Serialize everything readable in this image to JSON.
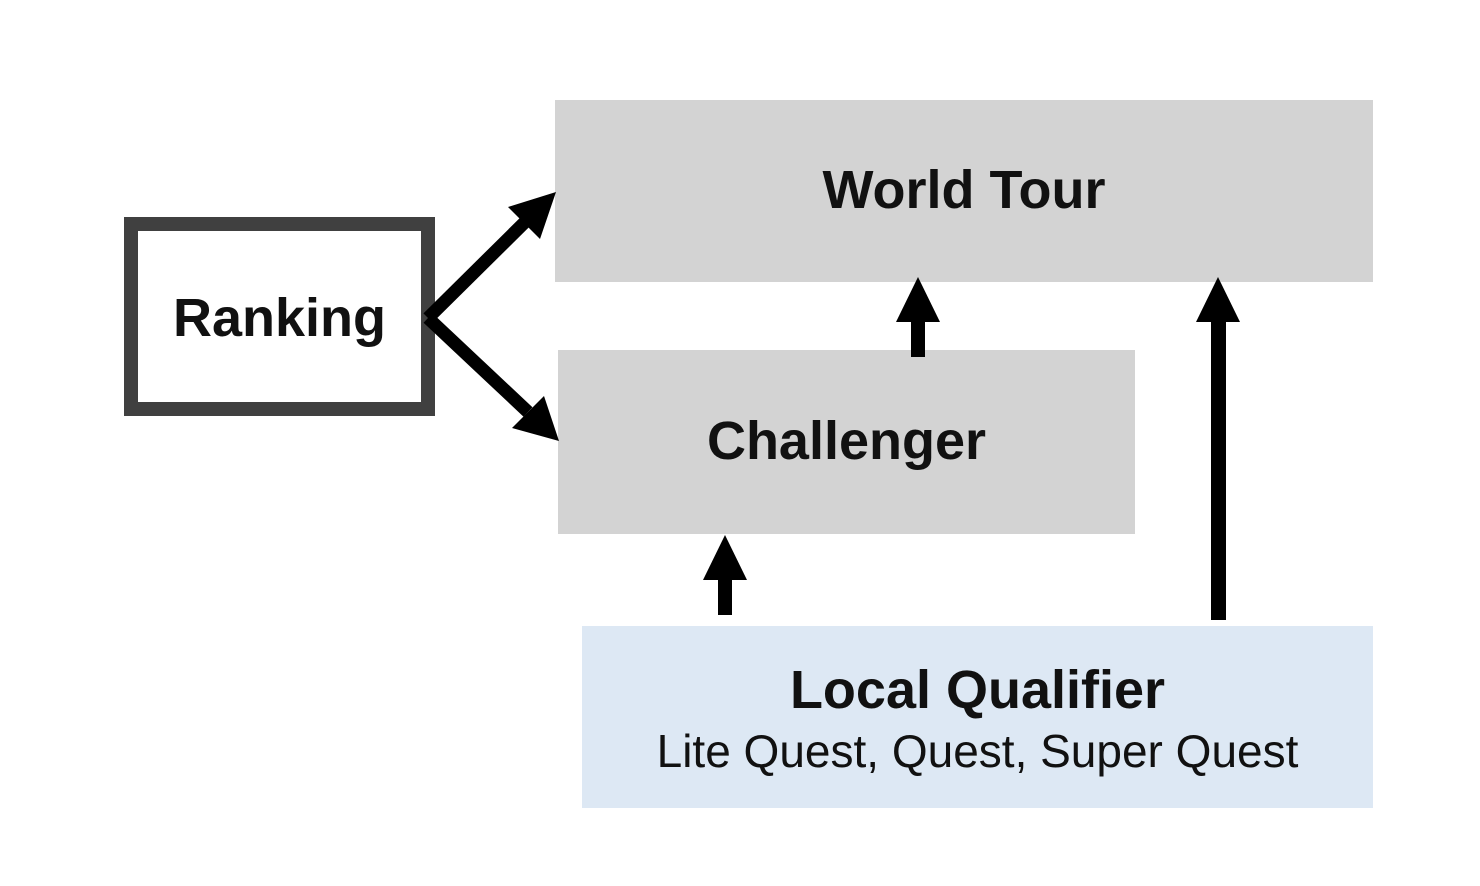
{
  "diagram": {
    "nodes": [
      {
        "id": "ranking",
        "label": "Ranking"
      },
      {
        "id": "world_tour",
        "label": "World Tour"
      },
      {
        "id": "challenger",
        "label": "Challenger"
      },
      {
        "id": "local_qualifier",
        "label": "Local Qualifier",
        "sublabel": "Lite Quest, Quest, Super Quest"
      }
    ],
    "edges": [
      {
        "from": "ranking",
        "to": "world_tour"
      },
      {
        "from": "ranking",
        "to": "challenger"
      },
      {
        "from": "challenger",
        "to": "world_tour"
      },
      {
        "from": "local_qualifier",
        "to": "challenger"
      },
      {
        "from": "local_qualifier",
        "to": "world_tour"
      }
    ],
    "colors": {
      "tier_box": "#d3d3d3",
      "qualifier_box": "#dde8f4",
      "ranking_border": "#404040",
      "arrow": "#000000"
    }
  }
}
